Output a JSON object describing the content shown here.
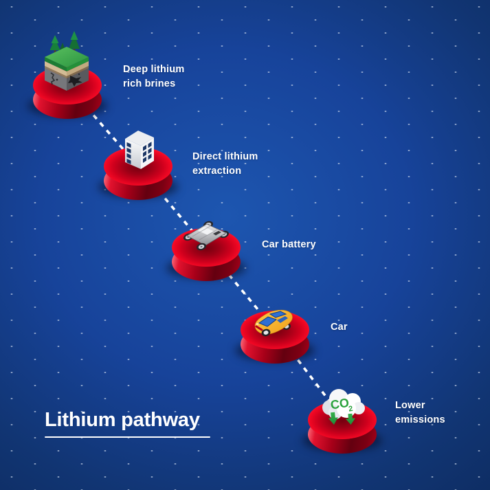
{
  "title": {
    "text": "Lithium pathway"
  },
  "steps": [
    {
      "id": "deep-lithium-rich-brines",
      "label": "Deep lithium\nrich brines",
      "icon": "terrain-cube-icon"
    },
    {
      "id": "direct-lithium-extraction",
      "label": "Direct lithium\nextraction",
      "icon": "extraction-plant-icon"
    },
    {
      "id": "car-battery",
      "label": "Car battery",
      "icon": "battery-chassis-icon"
    },
    {
      "id": "car",
      "label": "Car",
      "icon": "car-icon"
    },
    {
      "id": "lower-emissions",
      "label": "Lower\nemissions",
      "icon": "co2-cloud-icon",
      "icon_text": {
        "main": "CO",
        "sub": "2"
      }
    }
  ],
  "colors": {
    "background_center": "#1d56b0",
    "background_edge": "#0c2859",
    "dot": "#cdd8eb",
    "disc_red": "#e4001f",
    "dash": "#ffffff",
    "label_text": "#ffffff",
    "co2_green": "#2aa23c",
    "car_yellow": "#f5a82a",
    "grass_green": "#2f9e3f"
  }
}
